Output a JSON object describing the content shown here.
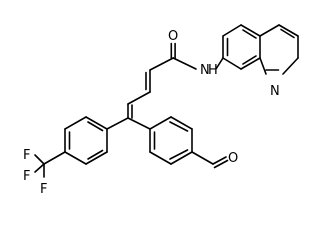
{
  "molecule": {
    "atom_labels": {
      "carbonyl_oxygen": "O",
      "amide_nh": "N",
      "amide_h": "H",
      "isoquinoline_nitrogen": "N",
      "aldehyde_oxygen": "O",
      "f1": "F",
      "f2": "F",
      "f3": "F"
    }
  }
}
